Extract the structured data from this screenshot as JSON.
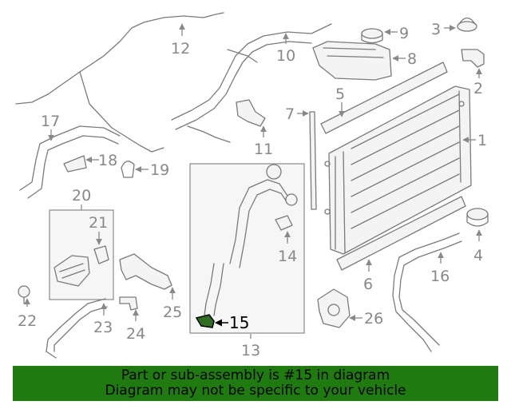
{
  "callouts": {
    "c1": "1",
    "c2": "2",
    "c3": "3",
    "c4": "4",
    "c5": "5",
    "c6": "6",
    "c7": "7",
    "c8": "8",
    "c9": "9",
    "c10": "10",
    "c11": "11",
    "c12": "12",
    "c13": "13",
    "c14": "14",
    "c15": "15",
    "c16": "16",
    "c17": "17",
    "c18": "18",
    "c19": "19",
    "c20": "20",
    "c21": "21",
    "c22": "22",
    "c23": "23",
    "c24": "24",
    "c25": "25",
    "c26": "26"
  },
  "highlight": {
    "part_number": "15",
    "color": "#000000"
  },
  "banner": {
    "line1": "Part or sub-assembly is #15 in diagram",
    "line2": "Diagram may not be specific to your vehicle",
    "background": "#1f7a10"
  }
}
